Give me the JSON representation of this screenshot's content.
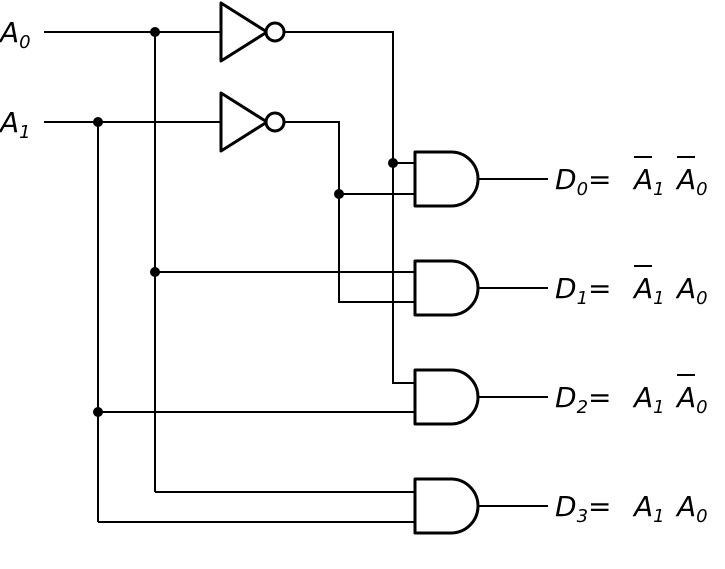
{
  "inputs": [
    {
      "letter": "A",
      "sub": "0"
    },
    {
      "letter": "A",
      "sub": "1"
    }
  ],
  "outputs": [
    {
      "name": "D",
      "sub": "0",
      "eq": "=",
      "terms": [
        {
          "letter": "A",
          "sub": "1",
          "inverted": true
        },
        {
          "letter": "A",
          "sub": "0",
          "inverted": true
        }
      ]
    },
    {
      "name": "D",
      "sub": "1",
      "eq": "=",
      "terms": [
        {
          "letter": "A",
          "sub": "1",
          "inverted": true
        },
        {
          "letter": "A",
          "sub": "0",
          "inverted": false
        }
      ]
    },
    {
      "name": "D",
      "sub": "2",
      "eq": "=",
      "terms": [
        {
          "letter": "A",
          "sub": "1",
          "inverted": false
        },
        {
          "letter": "A",
          "sub": "0",
          "inverted": true
        }
      ]
    },
    {
      "name": "D",
      "sub": "3",
      "eq": "=",
      "terms": [
        {
          "letter": "A",
          "sub": "1",
          "inverted": false
        },
        {
          "letter": "A",
          "sub": "0",
          "inverted": false
        }
      ]
    }
  ]
}
